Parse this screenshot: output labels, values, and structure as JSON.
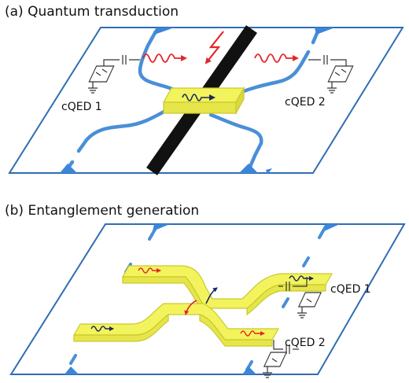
{
  "panel_a": {
    "title": "(a) Quantum transduction",
    "left_label": "cQED 1",
    "right_label": "cQED 2"
  },
  "panel_b": {
    "title": "(b) Entanglement generation",
    "top_label": "cQED 1",
    "bottom_label": "cQED 2"
  },
  "colors": {
    "chip_border": "#2f6db3",
    "waveguide": "#4a8fd6",
    "taper": "#3b86d9",
    "photon": "#e3262b",
    "yellow_fill": "#f3f35e",
    "yellow_edge": "#c9c92e",
    "fiber": "#111111",
    "circuit": "#333333"
  },
  "icons": [
    "lightning-icon",
    "microwave-photon-icon",
    "optical-photon-icon",
    "capacitor-icon",
    "ground-icon",
    "beamsplitter-arrow-icon"
  ]
}
